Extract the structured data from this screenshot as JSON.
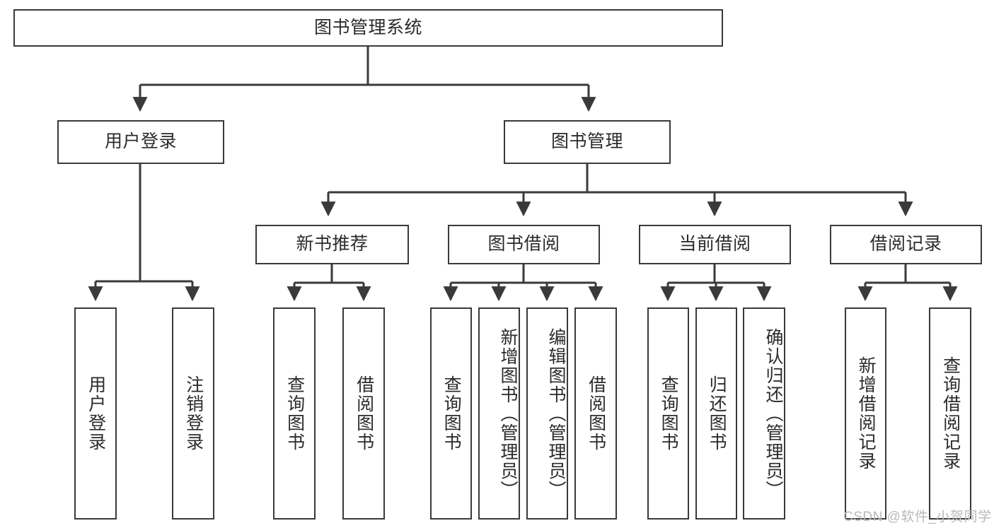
{
  "diagram": {
    "type": "tree",
    "title": "图书管理系统",
    "root": {
      "label": "图书管理系统"
    },
    "level2": [
      {
        "label": "用户登录"
      },
      {
        "label": "图书管理"
      }
    ],
    "level3": [
      {
        "label": "新书推荐"
      },
      {
        "label": "图书借阅"
      },
      {
        "label": "当前借阅"
      },
      {
        "label": "借阅记录"
      }
    ],
    "leaves": {
      "user_login": [
        {
          "label": "用户登录"
        },
        {
          "label": "注销登录"
        }
      ],
      "new_book": [
        {
          "label": "查询图书"
        },
        {
          "label": "借阅图书"
        }
      ],
      "book_borrow": [
        {
          "label": "查询图书"
        },
        {
          "label": "新增图书（管理员）"
        },
        {
          "label": "编辑图书（管理员）"
        },
        {
          "label": "借阅图书"
        }
      ],
      "current_borrow": [
        {
          "label": "查询图书"
        },
        {
          "label": "归还图书"
        },
        {
          "label": "确认归还（管理员）"
        }
      ],
      "borrow_record": [
        {
          "label": "新增借阅记录"
        },
        {
          "label": "查询借阅记录"
        }
      ]
    }
  },
  "colors": {
    "stroke": "#3a3a3a",
    "fill": "#ffffff",
    "text": "#2b2b2b",
    "watermark": "#b9b9b9"
  },
  "watermark": {
    "text": "CSDN @软件_小贺同学"
  }
}
